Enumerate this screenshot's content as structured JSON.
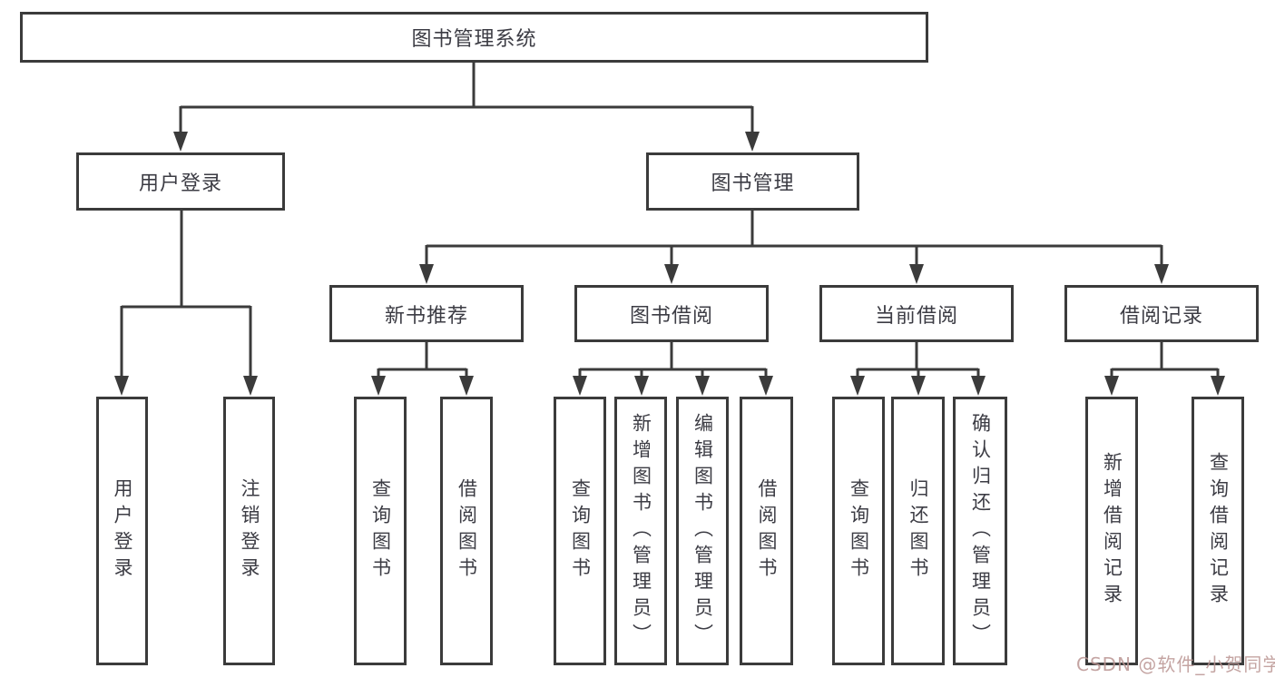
{
  "diagram": {
    "title": "图书管理系统",
    "watermark": "CSDN @软件_小贺同学",
    "colors": {
      "line": "#3b3b3b",
      "text": "#3c3c44",
      "watermark_tint": "#ba9492",
      "background": "#ffffff"
    },
    "nodes": {
      "root": {
        "label": "图书管理系统"
      },
      "user_login_group": {
        "label": "用户登录"
      },
      "book_mgmt": {
        "label": "图书管理"
      },
      "new_book_rec": {
        "label": "新书推荐"
      },
      "book_borrow": {
        "label": "图书借阅"
      },
      "current_borrow": {
        "label": "当前借阅"
      },
      "borrow_records": {
        "label": "借阅记录"
      },
      "user_login": {
        "label": "用户登录"
      },
      "logout": {
        "label": "注销登录"
      },
      "nb_query": {
        "label": "查询图书"
      },
      "nb_borrow": {
        "label": "借阅图书"
      },
      "bb_query": {
        "label": "查询图书"
      },
      "bb_add": {
        "label": "新增图书（管理员）"
      },
      "bb_edit": {
        "label": "编辑图书（管理员）"
      },
      "bb_borrow": {
        "label": "借阅图书"
      },
      "cb_query": {
        "label": "查询图书"
      },
      "cb_return": {
        "label": "归还图书"
      },
      "cb_confirm": {
        "label": "确认归还（管理员）"
      },
      "br_add": {
        "label": "新增借阅记录"
      },
      "br_query": {
        "label": "查询借阅记录"
      }
    }
  }
}
